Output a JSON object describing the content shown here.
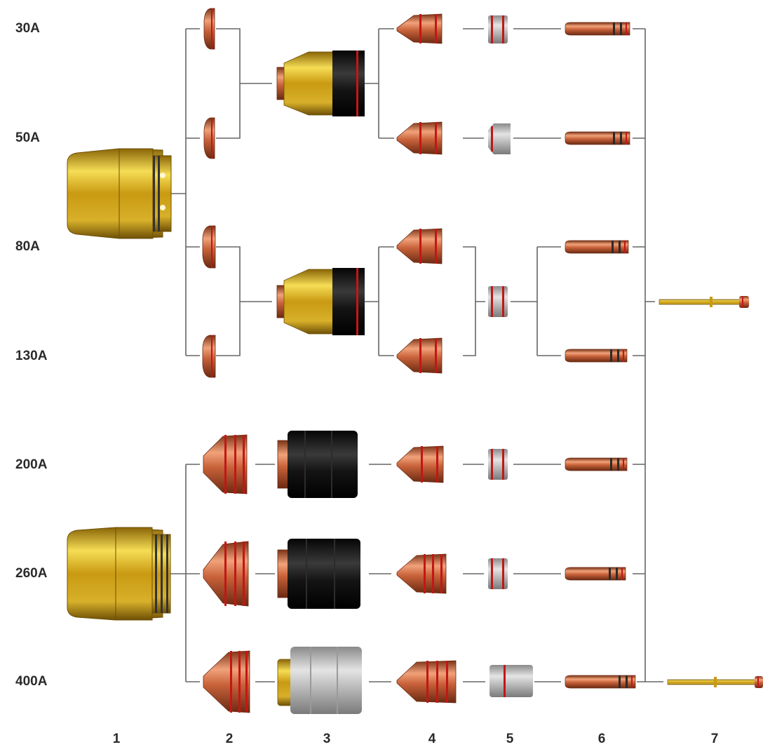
{
  "amperage_labels": [
    "30A",
    "50A",
    "80A",
    "130A",
    "200A",
    "260A",
    "400A"
  ],
  "column_labels": [
    "1",
    "2",
    "3",
    "4",
    "5",
    "6",
    "7"
  ],
  "colors": {
    "brass": "#c99a12",
    "brass_light": "#f5dd55",
    "copper": "#c8623a",
    "copper_light": "#f1a27a",
    "black": "#141414",
    "grey": "#b3b3b3",
    "red_band": "#c41616",
    "line": "#666666"
  },
  "parts": {
    "column_1": "retaining-cap",
    "column_2": "shield",
    "column_3": "nozzle-retaining-cap",
    "column_4": "nozzle",
    "column_5": "swirl-ring",
    "column_6": "electrode",
    "column_7": "water-tube"
  }
}
